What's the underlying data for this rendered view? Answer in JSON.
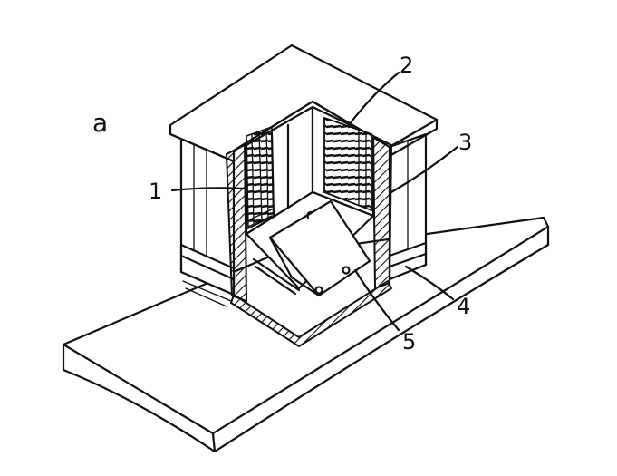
{
  "figure": {
    "letter": "a",
    "labels": [
      "1",
      "2",
      "3",
      "4",
      "5"
    ],
    "ink_color": "#111111",
    "background": "#ffffff"
  }
}
